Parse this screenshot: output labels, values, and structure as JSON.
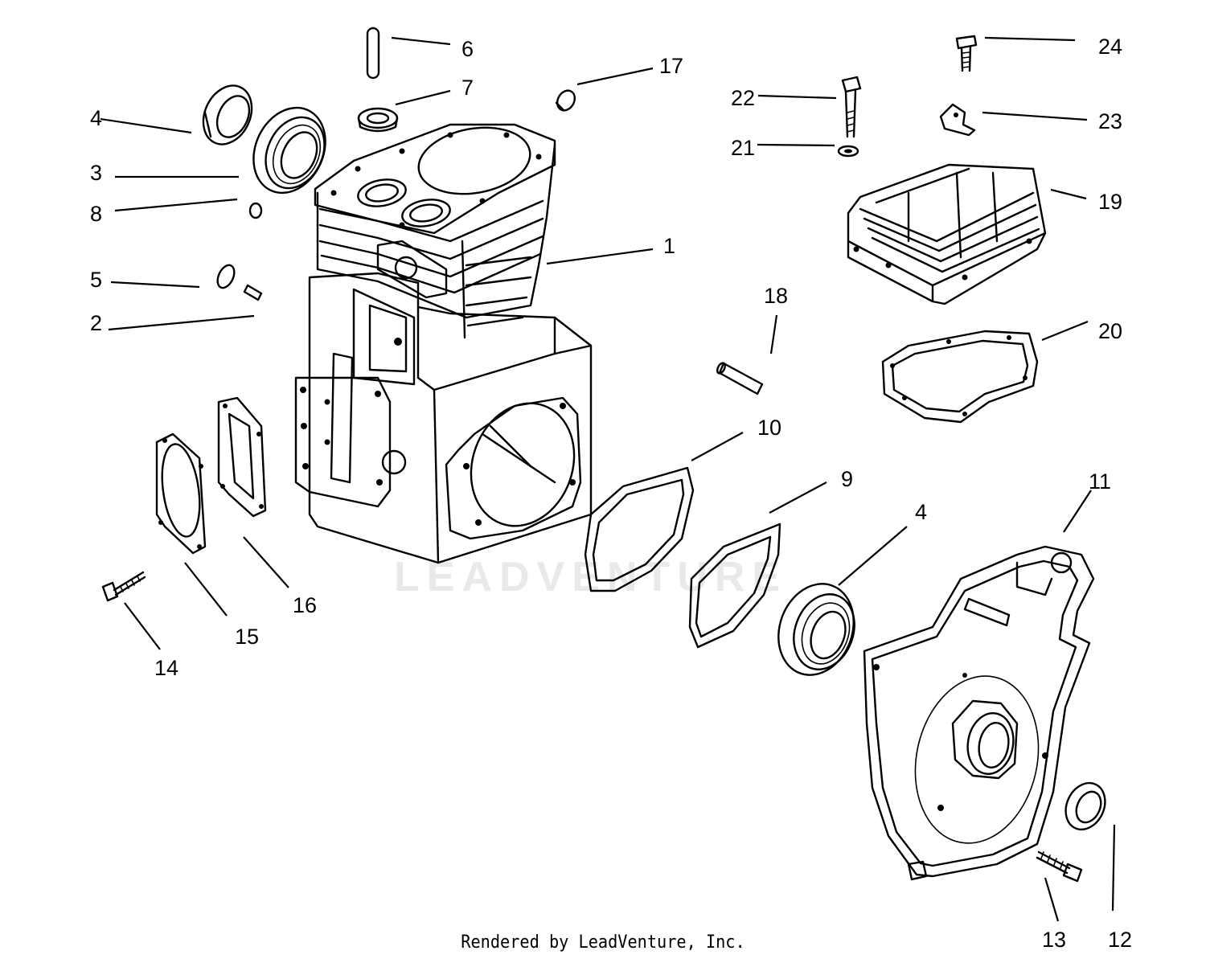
{
  "watermark": "LEADVENTURE",
  "credit": "Rendered by LeadVenture, Inc.",
  "callouts": [
    "1",
    "2",
    "3",
    "4",
    "4",
    "5",
    "6",
    "7",
    "8",
    "9",
    "10",
    "11",
    "12",
    "13",
    "14",
    "15",
    "16",
    "17",
    "18",
    "19",
    "20",
    "21",
    "22",
    "23",
    "24"
  ]
}
